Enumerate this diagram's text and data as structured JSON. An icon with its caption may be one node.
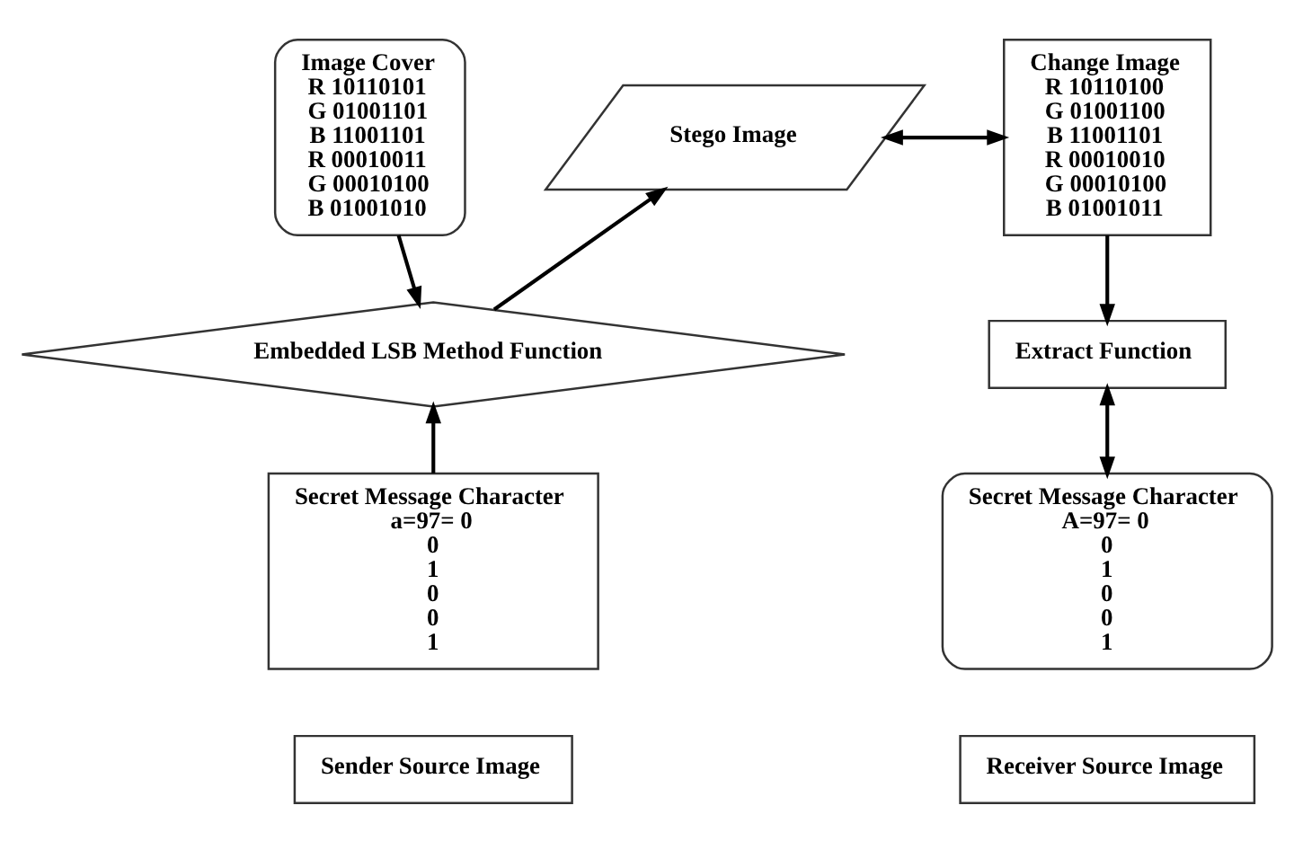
{
  "diagram": {
    "nodes": [
      {
        "text": [
          "Image Cover",
          "R 10110101",
          "G 01001101",
          "B 11001101",
          "R 00010011",
          "G 00010100",
          "B 01001010"
        ]
      },
      {
        "text": [
          "Stego Image"
        ]
      },
      {
        "text": [
          "Change Image",
          "R 10110100",
          "G 01001100",
          "B 11001101",
          "R 00010010",
          "G 00010100",
          "B 01001011"
        ]
      },
      {
        "text": [
          "Embedded LSB Method Function"
        ]
      },
      {
        "text": [
          "Extract Function"
        ]
      },
      {
        "text": [
          "Secret Message Character",
          "a=97= 0",
          "0",
          "1",
          "0",
          "0",
          "1"
        ]
      },
      {
        "text": [
          "Secret Message Character",
          "A=97= 0",
          "0",
          "1",
          "0",
          "0",
          "1"
        ]
      },
      {
        "text": [
          "Sender Source Image"
        ]
      },
      {
        "text": [
          "Receiver Source Image"
        ]
      }
    ],
    "edges": [
      {
        "from": 0,
        "to": 3,
        "arrow": "to"
      },
      {
        "from": 3,
        "to": 1,
        "arrow": "to"
      },
      {
        "from": 1,
        "to": 2,
        "arrow": "both"
      },
      {
        "from": 2,
        "to": 4,
        "arrow": "to"
      },
      {
        "from": 4,
        "to": 6,
        "arrow": "both"
      },
      {
        "from": 5,
        "to": 3,
        "arrow": "to"
      }
    ]
  }
}
